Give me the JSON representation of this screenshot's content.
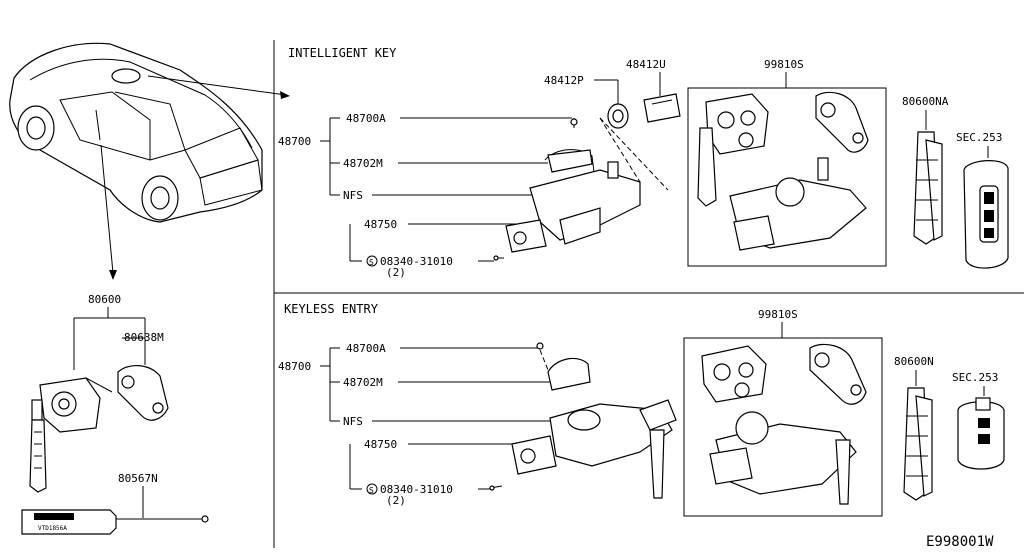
{
  "sections": {
    "intelligent_key": "INTELLIGENT KEY",
    "keyless_entry": "KEYLESS ENTRY"
  },
  "left": {
    "p80600": "80600",
    "p80638m": "80638M",
    "p80567n": "80567N",
    "tag_text": "VTD1856A"
  },
  "ik": {
    "p48700": "48700",
    "p48700a": "48700A",
    "p48702m": "48702M",
    "nfs": "NFS",
    "p48750": "48750",
    "bolt": "08340-31010",
    "bolt_qty": "(2)",
    "p48412p": "48412P",
    "p48412u": "48412U",
    "p99810s": "99810S",
    "p80600na": "80600NA",
    "sec253": "SEC.253"
  },
  "ke": {
    "p48700": "48700",
    "p48700a": "48700A",
    "p48702m": "48702M",
    "nfs": "NFS",
    "p48750": "48750",
    "bolt": "08340-31010",
    "bolt_qty": "(2)",
    "p99810s": "99810S",
    "p80600n": "80600N",
    "sec253": "SEC.253"
  },
  "footer": {
    "code": "E998001W"
  }
}
